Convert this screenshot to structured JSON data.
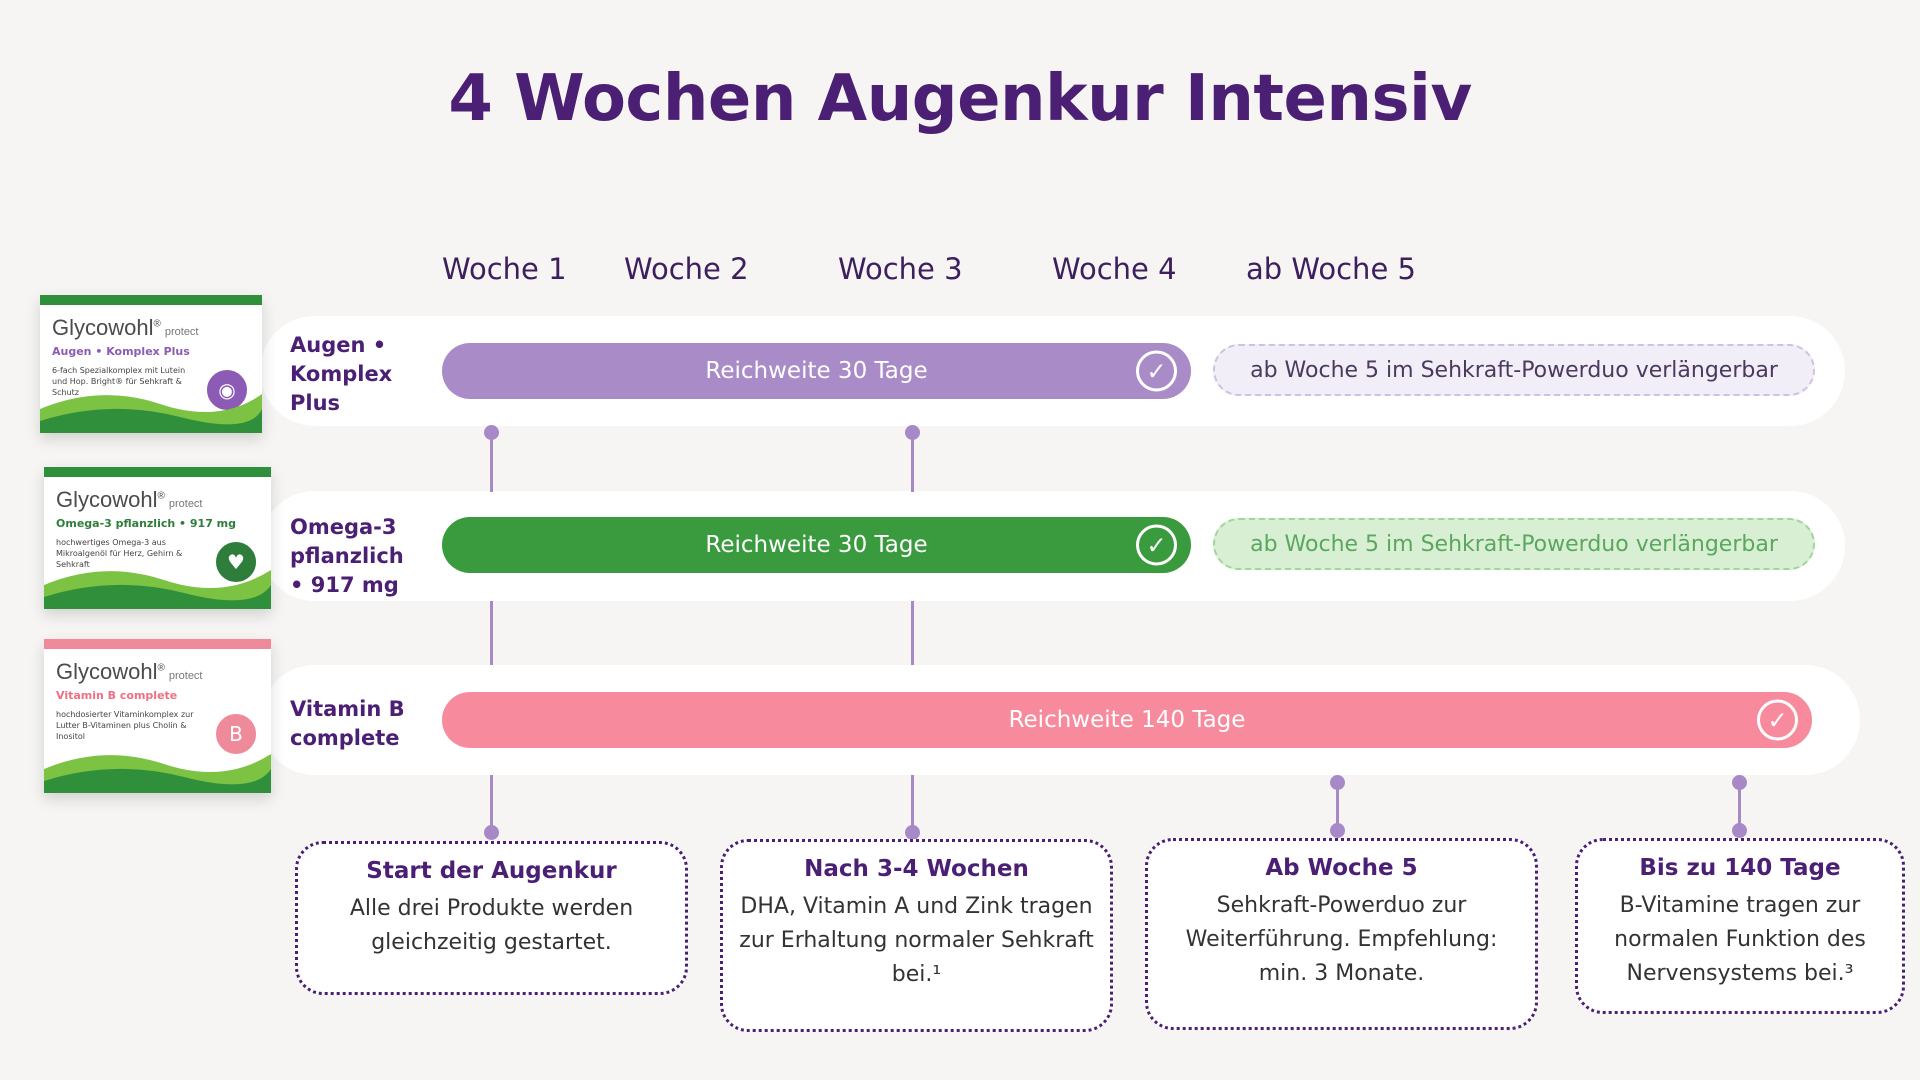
{
  "title": "4 Wochen Augenkur Intensiv",
  "weeks": [
    "Woche 1",
    "Woche 2",
    "Woche 3",
    "Woche 4",
    "ab Woche 5"
  ],
  "products": [
    {
      "label": "Augen • Komplex Plus",
      "bar_text": "Reichweite 30 Tage",
      "extension_text": "ab Woche 5 im Sehkraft-Powerduo verlängerbar",
      "color": "#a98bc8",
      "pack": {
        "brand": "Glycowohl",
        "suffix": "protect",
        "subtitle": "Augen • Komplex Plus",
        "desc": "6-fach Spezialkomplex mit Lutein und Hop. Bright® für Sehkraft & Schutz",
        "accent": "#8c5bb5"
      }
    },
    {
      "label": "Omega-3 pflanzlich • 917 mg",
      "bar_text": "Reichweite 30 Tage",
      "extension_text": "ab Woche 5 im Sehkraft-Powerduo verlängerbar",
      "color": "#3a9a3e",
      "pack": {
        "brand": "Glycowohl",
        "suffix": "protect",
        "subtitle": "Omega-3 pflanzlich • 917 mg",
        "desc": "hochwertiges Omega-3 aus Mikroalgenöl für Herz, Gehirn & Sehkraft",
        "accent": "#2f7d3a"
      }
    },
    {
      "label": "Vitamin B complete",
      "bar_text": "Reichweite 140 Tage",
      "color": "#f78b9d",
      "pack": {
        "brand": "Glycowohl",
        "suffix": "protect",
        "subtitle": "Vitamin B complete",
        "desc": "hochdosierter Vitaminkomplex zur Lutter B-Vitaminen plus Cholin & Inositol",
        "accent": "#ef8a9a"
      }
    }
  ],
  "notes": [
    {
      "title": "Start der Augenkur",
      "text": "Alle drei Produkte werden gleichzeitig gestartet."
    },
    {
      "title": "Nach 3-4 Wochen",
      "text": "DHA, Vitamin A und Zink tragen zur Erhaltung normaler Sehkraft bei.¹"
    },
    {
      "title": "Ab Woche 5",
      "text": "Sehkraft-Powerduo zur Weiterführung. Empfehlung: min. 3 Monate."
    },
    {
      "title": "Bis zu 140 Tage",
      "text": "B-Vitamine tragen zur normalen Funktion des Nervensystems bei.³"
    }
  ],
  "check_icon": "check-circle-icon"
}
